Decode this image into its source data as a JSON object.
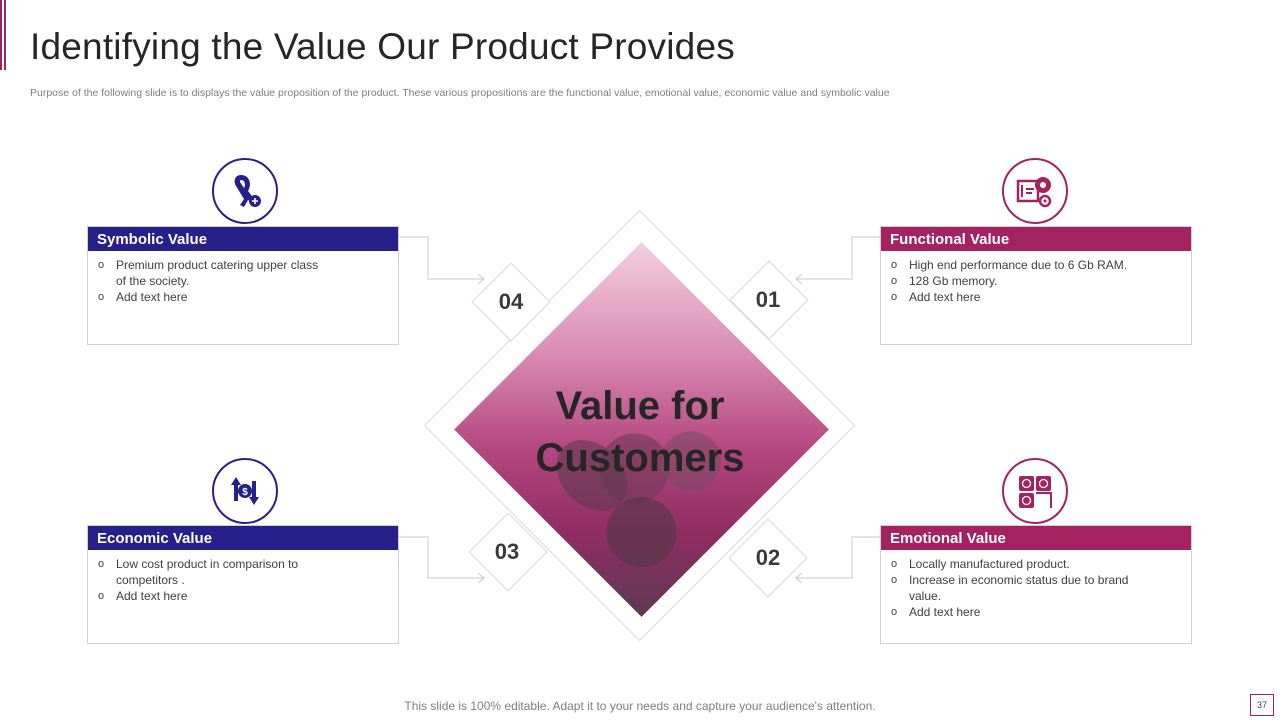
{
  "header": {
    "title": "Identifying the Value Our Product Provides",
    "subtitle": "Purpose of the following slide is to displays the value proposition of the product. These various propositions  are the functional value,  emotional value, economic value and symbolic value"
  },
  "center": {
    "line1": "Value for",
    "line2": "Customers"
  },
  "numbers": {
    "n01": "01",
    "n02": "02",
    "n03": "03",
    "n04": "04"
  },
  "cards": {
    "symbolic": {
      "title": "Symbolic Value",
      "icon": "ribbon-icon",
      "color": "#27208a",
      "items": [
        "Premium product catering upper class of the society.",
        "Add text here"
      ]
    },
    "functional": {
      "title": "Functional Value",
      "icon": "circuit-gear-icon",
      "color": "#a3225f",
      "items": [
        "High end performance  due to 6 Gb RAM.",
        "128 Gb memory.",
        "Add text here"
      ]
    },
    "economic": {
      "title": "Economic  Value",
      "icon": "dollar-exchange-icon",
      "color": "#27208a",
      "items": [
        "Low cost product in comparison to competitors .",
        "Add text here"
      ]
    },
    "emotional": {
      "title": "Emotional Value",
      "icon": "emotion-faces-icon",
      "color": "#a3225f",
      "items": [
        "Locally manufactured  product.",
        "Increase in economic status due to brand value.",
        "Add text here"
      ]
    }
  },
  "footer": {
    "text": "This slide is 100% editable. Adapt it to your needs and capture your audience's attention.",
    "page": "37"
  }
}
